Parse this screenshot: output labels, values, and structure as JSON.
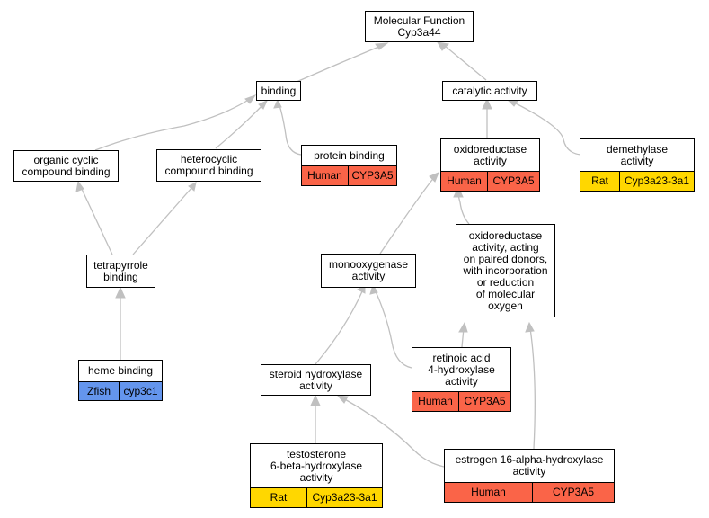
{
  "colors": {
    "edge": "#c0c0c0",
    "human": "#fa6448",
    "rat": "#ffd700",
    "zfish": "#6495ed"
  },
  "nodes": {
    "molecular_function": [
      "Molecular Function",
      "Cyp3a44"
    ],
    "binding": [
      "binding"
    ],
    "catalytic_activity": [
      "catalytic activity"
    ],
    "organic_cyclic": [
      "organic cyclic",
      "compound binding"
    ],
    "heterocyclic": [
      "heterocyclic",
      "compound binding"
    ],
    "protein_binding": [
      "protein binding"
    ],
    "oxidoreductase": [
      "oxidoreductase",
      "activity"
    ],
    "demethylase": [
      "demethylase",
      "activity"
    ],
    "tetrapyrrole": [
      "tetrapyrrole",
      "binding"
    ],
    "monooxygenase": [
      "monooxygenase",
      "activity"
    ],
    "oxidoreductase_paired": [
      "oxidoreductase",
      "activity, acting",
      "on paired donors,",
      "with incorporation",
      "or reduction",
      "of molecular",
      "oxygen"
    ],
    "heme_binding": [
      "heme binding"
    ],
    "steroid_hydroxylase": [
      "steroid hydroxylase",
      "activity"
    ],
    "retinoic_acid": [
      "retinoic acid",
      "4-hydroxylase",
      "activity"
    ],
    "testosterone": [
      "testosterone",
      "6-beta-hydroxylase",
      "activity"
    ],
    "estrogen": [
      "estrogen 16-alpha-hydroxylase",
      "activity"
    ]
  },
  "orthologs": {
    "protein_binding": {
      "species": "Human",
      "gene": "CYP3A5"
    },
    "oxidoreductase": {
      "species": "Human",
      "gene": "CYP3A5"
    },
    "demethylase": {
      "species": "Rat",
      "gene": "Cyp3a23-3a1"
    },
    "heme_binding": {
      "species": "Zfish",
      "gene": "cyp3c1"
    },
    "retinoic_acid": {
      "species": "Human",
      "gene": "CYP3A5"
    },
    "testosterone": {
      "species": "Rat",
      "gene": "Cyp3a23-3a1"
    },
    "estrogen": {
      "species": "Human",
      "gene": "CYP3A5"
    }
  }
}
